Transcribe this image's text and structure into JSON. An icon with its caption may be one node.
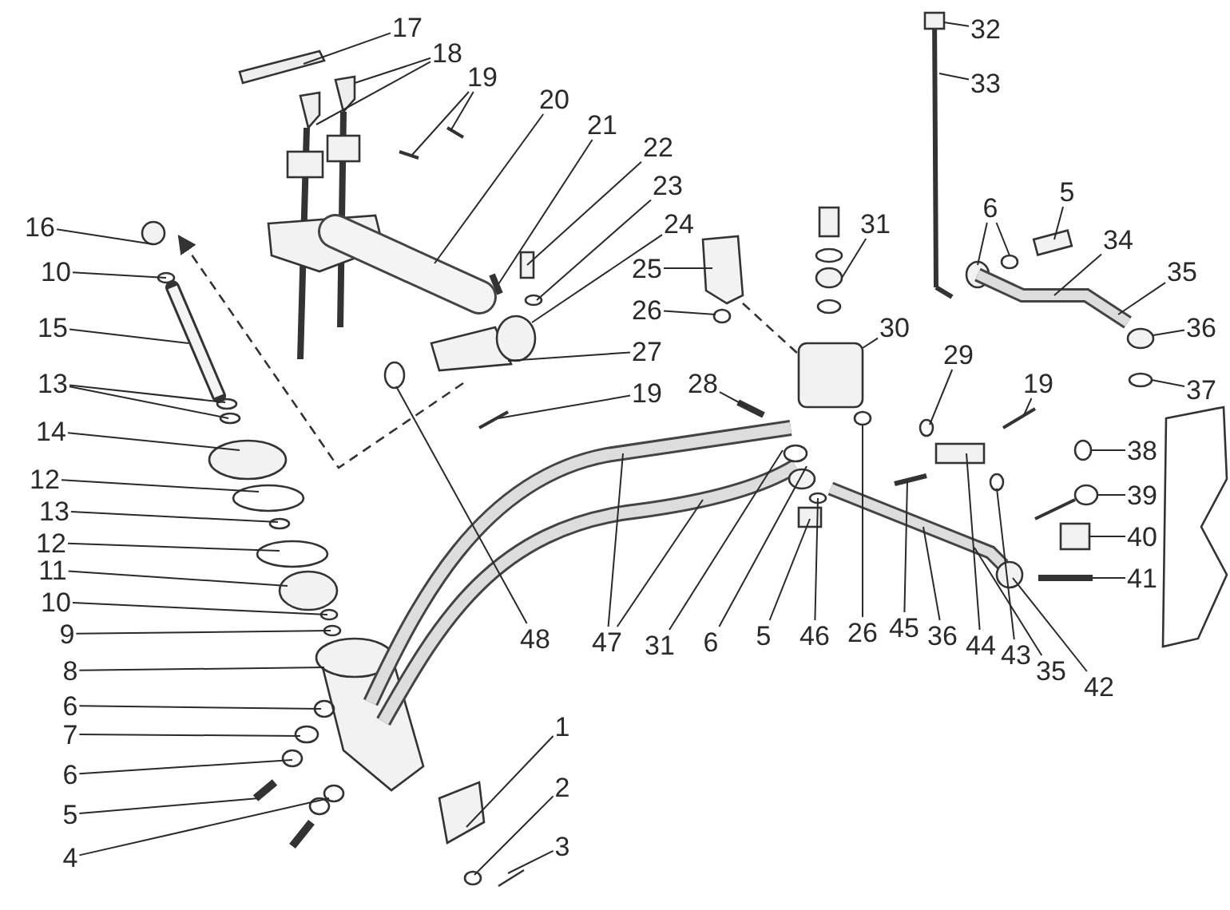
{
  "diagram": {
    "nodes": [
      {
        "text": [
          "17"
        ]
      },
      {
        "text": [
          "18"
        ]
      },
      {
        "text": [
          "19"
        ]
      },
      {
        "text": [
          "20"
        ]
      },
      {
        "text": [
          "21"
        ]
      },
      {
        "text": [
          "22"
        ]
      },
      {
        "text": [
          "23"
        ]
      },
      {
        "text": [
          "24"
        ]
      },
      {
        "text": [
          "16"
        ]
      },
      {
        "text": [
          "10"
        ]
      },
      {
        "text": [
          "32"
        ]
      },
      {
        "text": [
          "33"
        ]
      },
      {
        "text": [
          "6"
        ]
      },
      {
        "text": [
          "5"
        ]
      },
      {
        "text": [
          "31"
        ]
      },
      {
        "text": [
          "30"
        ]
      },
      {
        "text": [
          "25"
        ]
      },
      {
        "text": [
          "34"
        ]
      },
      {
        "text": [
          "35"
        ]
      },
      {
        "text": [
          "26"
        ]
      },
      {
        "text": [
          "15"
        ]
      },
      {
        "text": [
          "36"
        ]
      },
      {
        "text": [
          "27"
        ]
      },
      {
        "text": [
          "13"
        ]
      },
      {
        "text": [
          "29"
        ]
      },
      {
        "text": [
          "37"
        ]
      },
      {
        "text": [
          "19"
        ]
      },
      {
        "text": [
          "28"
        ]
      },
      {
        "text": [
          "14"
        ]
      },
      {
        "text": [
          "38"
        ]
      },
      {
        "text": [
          "19"
        ]
      },
      {
        "text": [
          "39"
        ]
      },
      {
        "text": [
          "40"
        ]
      },
      {
        "text": [
          "41"
        ]
      },
      {
        "text": [
          "12"
        ]
      },
      {
        "text": [
          "13"
        ]
      },
      {
        "text": [
          "26"
        ]
      },
      {
        "text": [
          "12"
        ]
      },
      {
        "text": [
          "11"
        ]
      },
      {
        "text": [
          "10"
        ]
      },
      {
        "text": [
          "9"
        ]
      },
      {
        "text": [
          "48"
        ]
      },
      {
        "text": [
          "47"
        ]
      },
      {
        "text": [
          "31"
        ]
      },
      {
        "text": [
          "6"
        ]
      },
      {
        "text": [
          "5"
        ]
      },
      {
        "text": [
          "46"
        ]
      },
      {
        "text": [
          "45"
        ]
      },
      {
        "text": [
          "36"
        ]
      },
      {
        "text": [
          "44"
        ]
      },
      {
        "text": [
          "43"
        ]
      },
      {
        "text": [
          "35"
        ]
      },
      {
        "text": [
          "42"
        ]
      },
      {
        "text": [
          "8"
        ]
      },
      {
        "text": [
          "6"
        ]
      },
      {
        "text": [
          "7"
        ]
      },
      {
        "text": [
          "6"
        ]
      },
      {
        "text": [
          "5"
        ]
      },
      {
        "text": [
          "1"
        ]
      },
      {
        "text": [
          "4"
        ]
      },
      {
        "text": [
          "2"
        ]
      },
      {
        "text": [
          "3"
        ]
      }
    ],
    "edges": [
      {
        "from": 0,
        "to": null,
        "arrow": "none"
      },
      {
        "from": 1,
        "to": null,
        "arrow": "none"
      },
      {
        "from": 1,
        "to": null,
        "arrow": "none"
      },
      {
        "from": 2,
        "to": null,
        "arrow": "none"
      },
      {
        "from": 2,
        "to": null,
        "arrow": "none"
      },
      {
        "from": 3,
        "to": null,
        "arrow": "none"
      },
      {
        "from": 4,
        "to": null,
        "arrow": "none"
      },
      {
        "from": 5,
        "to": null,
        "arrow": "none"
      },
      {
        "from": 6,
        "to": null,
        "arrow": "none"
      },
      {
        "from": 7,
        "to": null,
        "arrow": "none"
      },
      {
        "from": 8,
        "to": null,
        "arrow": "none"
      },
      {
        "from": 9,
        "to": null,
        "arrow": "none"
      },
      {
        "from": 10,
        "to": null,
        "arrow": "none"
      },
      {
        "from": 11,
        "to": null,
        "arrow": "none"
      },
      {
        "from": 12,
        "to": null,
        "arrow": "none"
      },
      {
        "from": 12,
        "to": null,
        "arrow": "none"
      },
      {
        "from": 13,
        "to": null,
        "arrow": "none"
      },
      {
        "from": 14,
        "to": null,
        "arrow": "none"
      },
      {
        "from": 15,
        "to": null,
        "arrow": "none"
      },
      {
        "from": 16,
        "to": null,
        "arrow": "none"
      },
      {
        "from": 17,
        "to": null,
        "arrow": "none"
      },
      {
        "from": 18,
        "to": null,
        "arrow": "none"
      },
      {
        "from": 19,
        "to": null,
        "arrow": "none"
      },
      {
        "from": 20,
        "to": null,
        "arrow": "none"
      },
      {
        "from": 21,
        "to": null,
        "arrow": "none"
      },
      {
        "from": 22,
        "to": null,
        "arrow": "none"
      },
      {
        "from": 23,
        "to": null,
        "arrow": "none"
      },
      {
        "from": 23,
        "to": null,
        "arrow": "none"
      },
      {
        "from": 24,
        "to": null,
        "arrow": "none"
      },
      {
        "from": 25,
        "to": null,
        "arrow": "none"
      },
      {
        "from": 26,
        "to": null,
        "arrow": "none"
      },
      {
        "from": 27,
        "to": null,
        "arrow": "none"
      },
      {
        "from": 28,
        "to": null,
        "arrow": "none"
      },
      {
        "from": 29,
        "to": null,
        "arrow": "none"
      },
      {
        "from": 30,
        "to": null,
        "arrow": "none"
      },
      {
        "from": 31,
        "to": null,
        "arrow": "none"
      },
      {
        "from": 32,
        "to": null,
        "arrow": "none"
      },
      {
        "from": 33,
        "to": null,
        "arrow": "none"
      },
      {
        "from": 34,
        "to": null,
        "arrow": "none"
      },
      {
        "from": 35,
        "to": null,
        "arrow": "none"
      },
      {
        "from": 36,
        "to": null,
        "arrow": "none"
      },
      {
        "from": 37,
        "to": null,
        "arrow": "none"
      },
      {
        "from": 38,
        "to": null,
        "arrow": "none"
      },
      {
        "from": 39,
        "to": null,
        "arrow": "none"
      },
      {
        "from": 40,
        "to": null,
        "arrow": "none"
      },
      {
        "from": 41,
        "to": null,
        "arrow": "none"
      },
      {
        "from": 42,
        "to": null,
        "arrow": "none"
      },
      {
        "from": 42,
        "to": null,
        "arrow": "none"
      },
      {
        "from": 43,
        "to": null,
        "arrow": "none"
      },
      {
        "from": 44,
        "to": null,
        "arrow": "none"
      },
      {
        "from": 45,
        "to": null,
        "arrow": "none"
      },
      {
        "from": 46,
        "to": null,
        "arrow": "none"
      },
      {
        "from": 47,
        "to": null,
        "arrow": "none"
      },
      {
        "from": 48,
        "to": null,
        "arrow": "none"
      },
      {
        "from": 49,
        "to": null,
        "arrow": "none"
      },
      {
        "from": 50,
        "to": null,
        "arrow": "none"
      },
      {
        "from": 51,
        "to": null,
        "arrow": "none"
      },
      {
        "from": 52,
        "to": null,
        "arrow": "none"
      },
      {
        "from": 53,
        "to": null,
        "arrow": "none"
      },
      {
        "from": 54,
        "to": null,
        "arrow": "none"
      },
      {
        "from": 55,
        "to": null,
        "arrow": "none"
      },
      {
        "from": 56,
        "to": null,
        "arrow": "none"
      },
      {
        "from": 57,
        "to": null,
        "arrow": "none"
      },
      {
        "from": 58,
        "to": null,
        "arrow": "none"
      },
      {
        "from": 59,
        "to": null,
        "arrow": "none"
      },
      {
        "from": 60,
        "to": null,
        "arrow": "none"
      },
      {
        "from": 61,
        "to": null,
        "arrow": "none"
      }
    ]
  }
}
